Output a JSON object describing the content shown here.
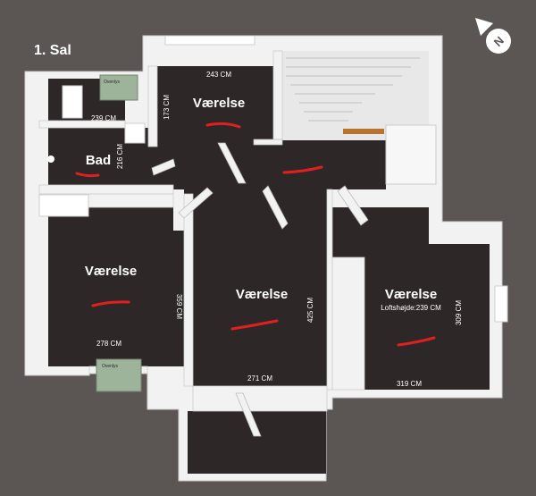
{
  "floor_label": "1. Sal",
  "compass": {
    "icon": "north-arrow-icon",
    "letter": "N"
  },
  "colors": {
    "background": "#5b5654",
    "room_floor": "#2e2727",
    "wall": "#f2f2f2",
    "wall_shade": "#c9c9c9",
    "marker": "#e02020",
    "skylight": "#9db39a",
    "stair_rail": "#b8742f"
  },
  "rooms": [
    {
      "id": "room-top",
      "name": "Værelse",
      "dims": [
        "243 CM",
        "173 CM"
      ]
    },
    {
      "id": "bath",
      "name": "Bad",
      "dims": [
        "239 CM",
        "216 CM"
      ],
      "fixture_label": "Ovenlys"
    },
    {
      "id": "room-left",
      "name": "Værelse",
      "dims": [
        "359 CM",
        "278 CM"
      ],
      "fixture_label": "Ovenlys"
    },
    {
      "id": "room-mid",
      "name": "Værelse",
      "dims": [
        "425 CM",
        "271 CM"
      ]
    },
    {
      "id": "room-right",
      "name": "Værelse",
      "dims": [
        "309 CM",
        "319 CM"
      ],
      "note": "Loftshøjde:239 CM"
    }
  ]
}
